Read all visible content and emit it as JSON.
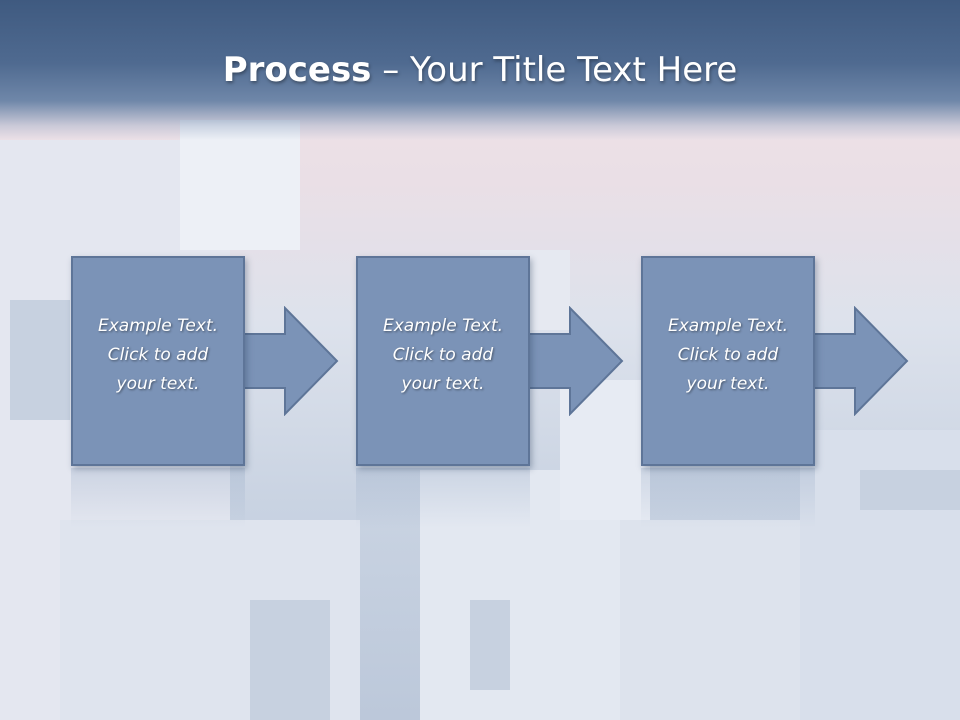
{
  "slide": {
    "title_bold": "Process",
    "title_rest": " – Your Title Text Here"
  },
  "steps": [
    {
      "line1": "Example Text.",
      "line2": "Click  to add",
      "line3": "your text."
    },
    {
      "line1": "Example Text.",
      "line2": "Click  to add",
      "line3": "your text."
    },
    {
      "line1": "Example Text.",
      "line2": "Click  to add",
      "line3": "your text."
    }
  ],
  "colors": {
    "title_bar": "#4f6a90",
    "box_fill": "#7b93b7",
    "box_border": "#5e7598",
    "text": "#ffffff"
  }
}
